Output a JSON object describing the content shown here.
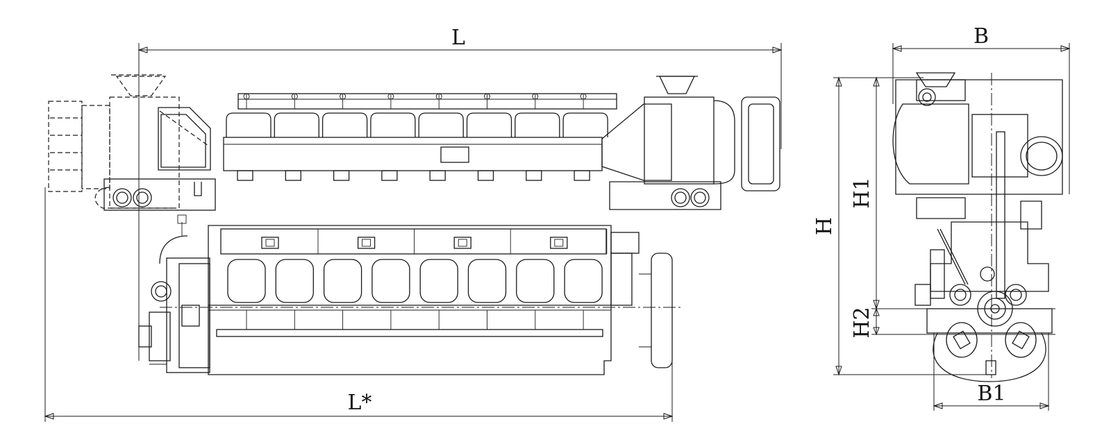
{
  "drawing": {
    "line_color": "#1a1a1a",
    "background": "#ffffff",
    "side_view": {
      "cylinders": 8,
      "dimensions": {
        "length": "L",
        "length_star": "L*"
      }
    },
    "end_view": {
      "dimensions": {
        "width": "B",
        "width_base": "B1",
        "height": "H",
        "height_1": "H1",
        "height_2": "H2"
      }
    }
  }
}
